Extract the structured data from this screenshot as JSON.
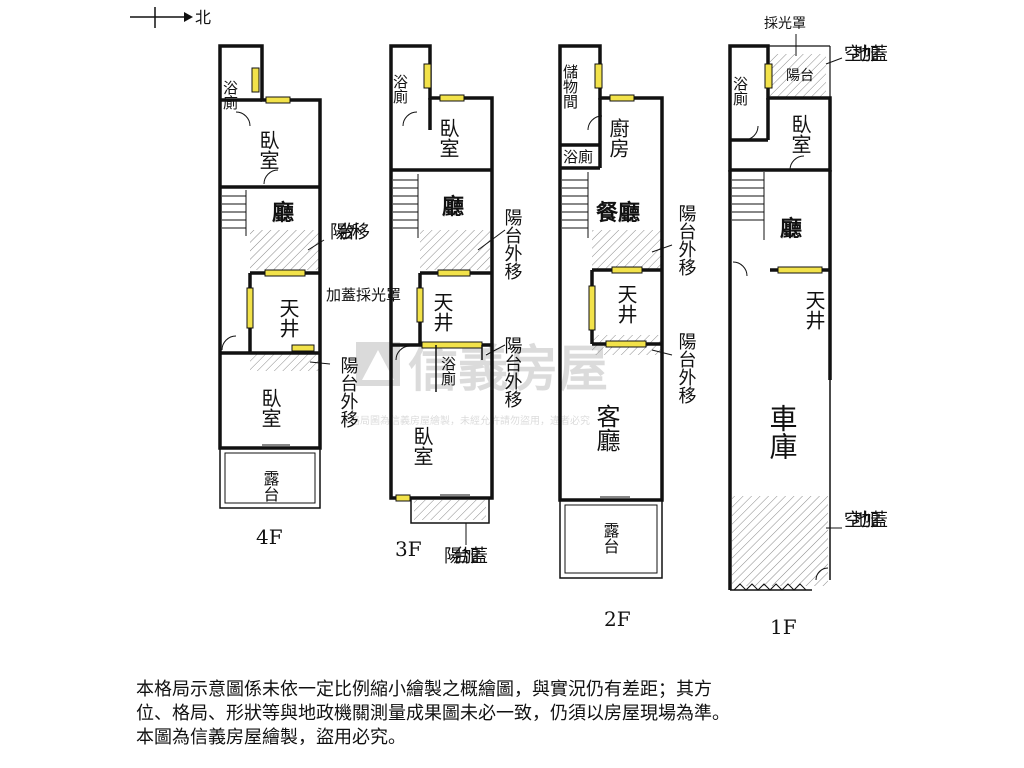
{
  "compass": {
    "north": "北"
  },
  "floors": [
    {
      "id": "4F",
      "label": "4F",
      "rooms": [
        "浴廁",
        "臥室",
        "廳",
        "天井",
        "臥室",
        "露台"
      ],
      "notes": [
        "陽台外移",
        "加蓋採光罩",
        "陽台外移"
      ]
    },
    {
      "id": "3F",
      "label": "3F",
      "rooms": [
        "浴廁",
        "臥室",
        "廳",
        "天井",
        "浴廁",
        "臥室"
      ],
      "notes": [
        "陽台外移",
        "陽台外移",
        "陽台加蓋"
      ]
    },
    {
      "id": "2F",
      "label": "2F",
      "rooms": [
        "儲物間",
        "廚房",
        "浴廁",
        "餐廳",
        "天井",
        "客廳",
        "露台"
      ],
      "notes": [
        "陽台外移",
        "陽台外移"
      ]
    },
    {
      "id": "1F",
      "label": "1F",
      "rooms": [
        "浴廁",
        "陽台",
        "臥室",
        "廳",
        "天井",
        "車庫"
      ],
      "notes": [
        "採光罩",
        "空地加蓋",
        "空地加蓋"
      ]
    }
  ],
  "watermark": {
    "brand": "信義房屋",
    "text": "本格局圖為信義房屋繪製，未經允許請勿盜用，違者必究"
  },
  "disclaimer": [
    "本格局示意圖係未依一定比例縮小繪製之概繪圖，與實況仍有差距；其方",
    "位、格局、形狀等與地政機關測量成果圖未必一致，仍須以房屋現場為準。",
    "本圖為信義房屋繪製，盜用必究。"
  ],
  "colors": {
    "wall": "#111111",
    "window": "#f2e24a",
    "hatch": "#8a8a8a",
    "watermark": "#bfbfbf"
  }
}
